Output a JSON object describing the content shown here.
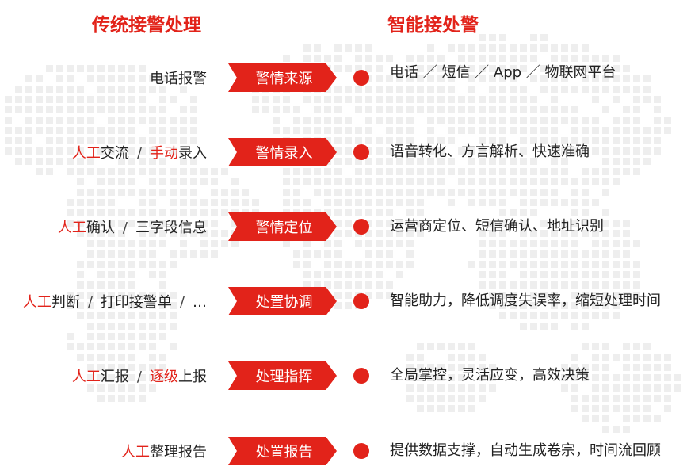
{
  "headings": {
    "traditional": "传统接警处理",
    "smart": "智能接处警"
  },
  "rows": [
    {
      "left_plain": "电话报警",
      "stage": "警情来源",
      "smart": "电话 ／ 短信 ／ App ／ 物联网平台"
    },
    {
      "left_hl1": "人工",
      "left_a": "交流",
      "left_sep": "/",
      "left_hl2": "手动",
      "left_b": "录入",
      "stage": "警情录入",
      "smart": "语音转化、方言解析、快速准确"
    },
    {
      "left_hl1": "人工",
      "left_a": "确认",
      "left_sep": "/",
      "left_b": "三字段信息",
      "stage": "警情定位",
      "smart": "运营商定位、短信确认、地址识别"
    },
    {
      "left_hl1": "人工",
      "left_a": "判断",
      "left_sep": "/",
      "left_b": "打印接警单",
      "left_sep2": "/",
      "left_c": "…",
      "stage": "处置协调",
      "smart": "智能助力，降低调度失误率，缩短处理时间"
    },
    {
      "left_hl1": "人工",
      "left_a": "汇报",
      "left_sep": "/",
      "left_hl2": "逐级",
      "left_b": "上报",
      "stage": "处理指挥",
      "smart": "全局掌控，灵活应变，高效决策"
    },
    {
      "left_hl1": "人工",
      "left_a": "整理报告",
      "stage": "处置报告",
      "smart": "提供数据支撑，自动生成卷宗，时间流回顾"
    }
  ],
  "colors": {
    "accent": "#e2231a",
    "text": "#222222",
    "map_dots": "#eeeeee"
  }
}
